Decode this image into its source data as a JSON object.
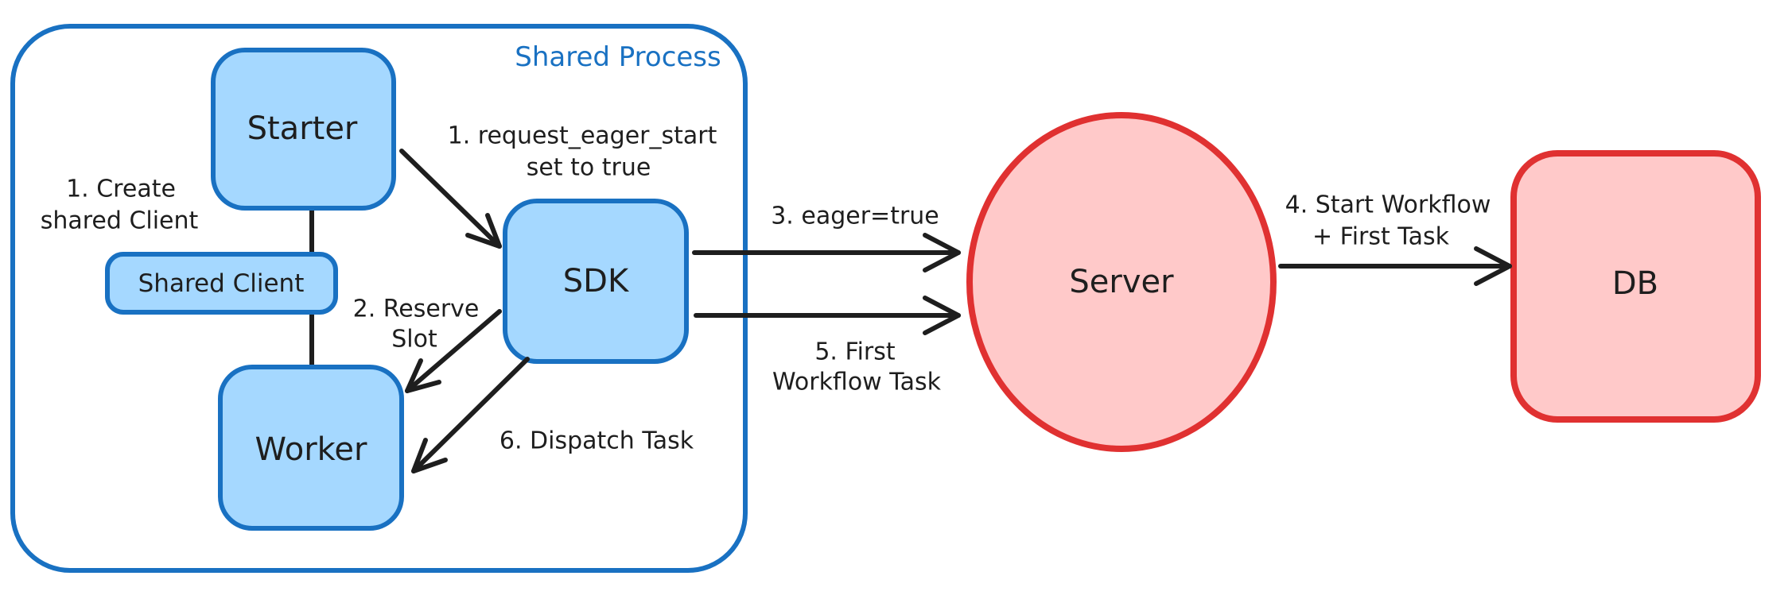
{
  "diagram": {
    "container": {
      "label": "Shared Process"
    },
    "nodes": {
      "starter": {
        "label": "Starter"
      },
      "shared_client": {
        "label": "Shared Client"
      },
      "worker": {
        "label": "Worker"
      },
      "sdk": {
        "label": "SDK"
      },
      "server": {
        "label": "Server"
      },
      "db": {
        "label": "DB"
      }
    },
    "annotations": {
      "create_shared_client": {
        "line1": "1. Create",
        "line2": "shared Client"
      },
      "request_eager_start": {
        "line1": "1. request_eager_start",
        "line2": "set to true"
      },
      "reserve_slot": {
        "line1": "2. Reserve",
        "line2": "Slot"
      },
      "eager_true": {
        "line1": "3. eager=true"
      },
      "start_workflow": {
        "line1": "4. Start Workflow",
        "line2": "+ First Task"
      },
      "first_workflow_task": {
        "line1": "5. First",
        "line2": "Workflow Task"
      },
      "dispatch_task": {
        "line1": "6. Dispatch Task"
      }
    },
    "colors": {
      "node_blue_fill": "#a5d8ff",
      "node_blue_stroke": "#1971c2",
      "node_red_fill": "#ffc9c9",
      "node_red_stroke": "#e03131",
      "ink": "#1e1e1e",
      "background": "#ffffff"
    }
  }
}
